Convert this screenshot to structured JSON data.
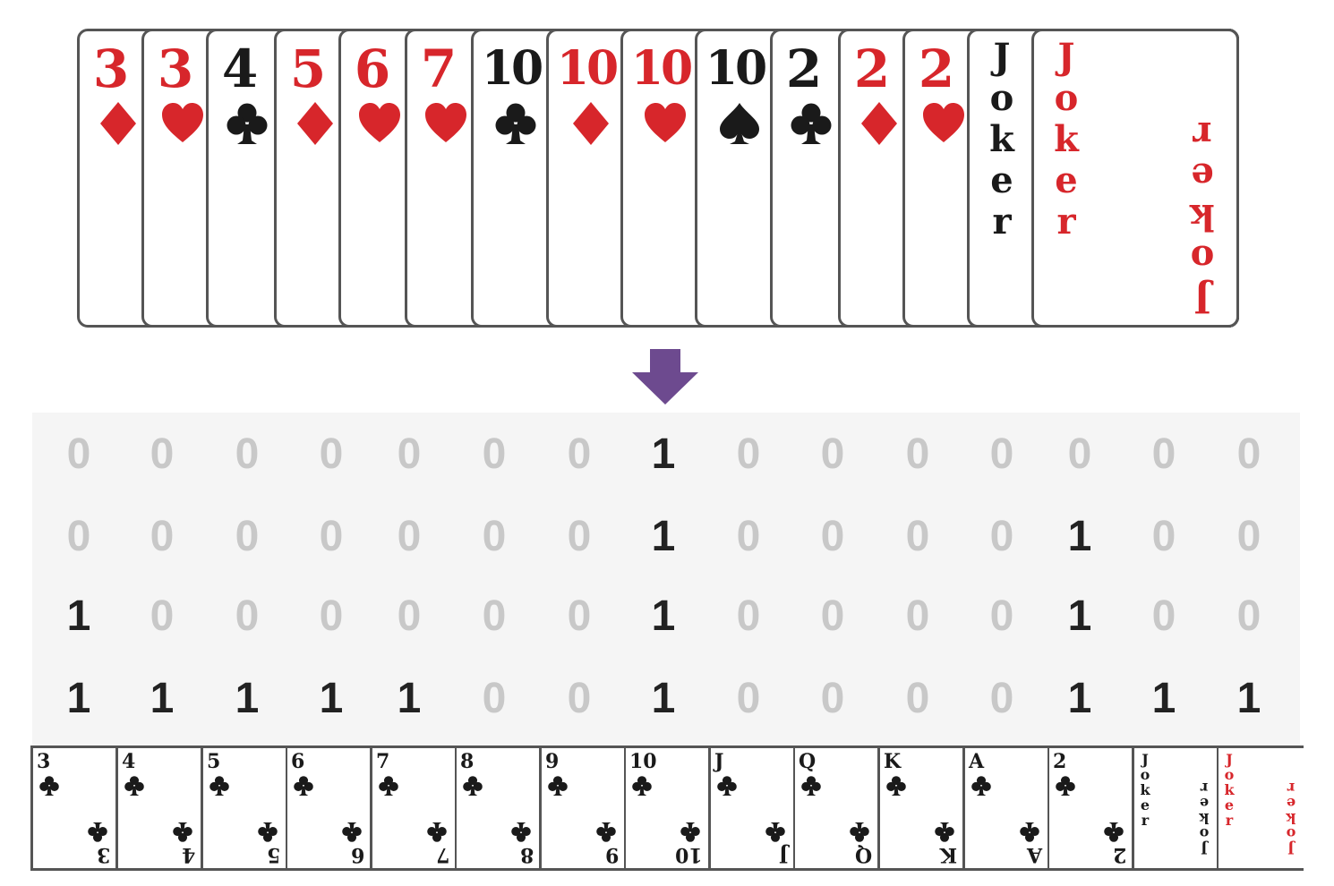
{
  "hand": [
    {
      "rank": "3",
      "suit": "diamond",
      "color": "red"
    },
    {
      "rank": "3",
      "suit": "heart",
      "color": "red"
    },
    {
      "rank": "4",
      "suit": "club",
      "color": "black"
    },
    {
      "rank": "5",
      "suit": "diamond",
      "color": "red"
    },
    {
      "rank": "6",
      "suit": "heart",
      "color": "red"
    },
    {
      "rank": "7",
      "suit": "heart",
      "color": "red"
    },
    {
      "rank": "10",
      "suit": "club",
      "color": "black"
    },
    {
      "rank": "10",
      "suit": "diamond",
      "color": "red"
    },
    {
      "rank": "10",
      "suit": "heart",
      "color": "red"
    },
    {
      "rank": "10",
      "suit": "spade",
      "color": "black"
    },
    {
      "rank": "2",
      "suit": "club",
      "color": "black"
    },
    {
      "rank": "2",
      "suit": "diamond",
      "color": "red"
    },
    {
      "rank": "2",
      "suit": "heart",
      "color": "red"
    },
    {
      "rank": "Joker",
      "suit": "joker",
      "color": "black"
    },
    {
      "rank": "Joker",
      "suit": "joker",
      "color": "red"
    }
  ],
  "matrix": [
    [
      0,
      0,
      0,
      0,
      0,
      0,
      0,
      1,
      0,
      0,
      0,
      0,
      0,
      0,
      0
    ],
    [
      0,
      0,
      0,
      0,
      0,
      0,
      0,
      1,
      0,
      0,
      0,
      0,
      1,
      0,
      0
    ],
    [
      1,
      0,
      0,
      0,
      0,
      0,
      0,
      1,
      0,
      0,
      0,
      0,
      1,
      0,
      0
    ],
    [
      1,
      1,
      1,
      1,
      1,
      0,
      0,
      1,
      0,
      0,
      0,
      0,
      1,
      1,
      1
    ]
  ],
  "reference_ranks": [
    {
      "rank": "3",
      "suit": "club",
      "color": "black"
    },
    {
      "rank": "4",
      "suit": "club",
      "color": "black"
    },
    {
      "rank": "5",
      "suit": "club",
      "color": "black"
    },
    {
      "rank": "6",
      "suit": "club",
      "color": "black"
    },
    {
      "rank": "7",
      "suit": "club",
      "color": "black"
    },
    {
      "rank": "8",
      "suit": "club",
      "color": "black"
    },
    {
      "rank": "9",
      "suit": "club",
      "color": "black"
    },
    {
      "rank": "10",
      "suit": "club",
      "color": "black"
    },
    {
      "rank": "J",
      "suit": "club",
      "color": "black"
    },
    {
      "rank": "Q",
      "suit": "club",
      "color": "black"
    },
    {
      "rank": "K",
      "suit": "club",
      "color": "black"
    },
    {
      "rank": "A",
      "suit": "club",
      "color": "black"
    },
    {
      "rank": "2",
      "suit": "club",
      "color": "black"
    },
    {
      "rank": "Joker",
      "suit": "joker",
      "color": "black"
    },
    {
      "rank": "Joker",
      "suit": "joker",
      "color": "red"
    }
  ],
  "colors": {
    "red": "#d7262b",
    "black": "#1a1a1a",
    "arrow": "#6d4a8f",
    "matrix_bg": "#f5f5f5",
    "zero": "#c8c8c8",
    "one": "#222222"
  }
}
